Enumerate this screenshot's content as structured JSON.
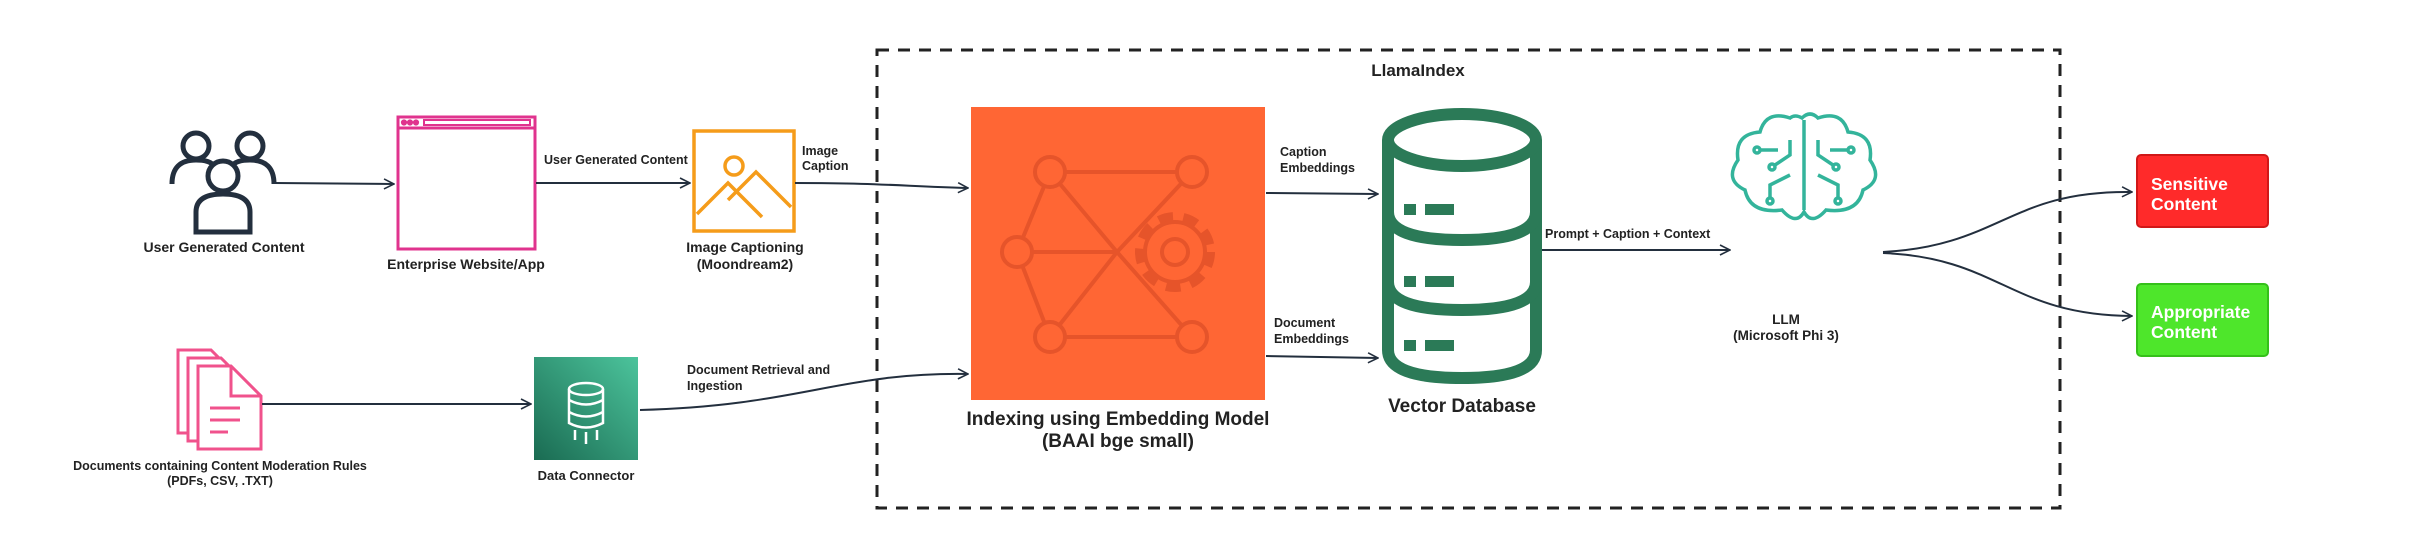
{
  "nodes": {
    "user_generated_content": {
      "label": "User Generated Content"
    },
    "enterprise_website": {
      "label": "Enterprise Website/App"
    },
    "image_captioning": {
      "line1": "Image Captioning",
      "line2": "(Moondream2)"
    },
    "documents": {
      "line1": "Documents containing Content Moderation Rules",
      "line2": "(PDFs, CSV, .TXT)"
    },
    "data_connector": {
      "label": "Data Connector"
    },
    "llamaindex": {
      "label": "LlamaIndex"
    },
    "embedding_model": {
      "line1": "Indexing using Embedding Model",
      "line2": "(BAAI bge small)"
    },
    "vector_database": {
      "label": "Vector Database"
    },
    "llm": {
      "line1": "LLM",
      "line2": "(Microsoft Phi 3)"
    },
    "sensitive": {
      "line1": "Sensitive",
      "line2": "Content"
    },
    "appropriate": {
      "line1": "Appropriate",
      "line2": "Content"
    }
  },
  "edges": {
    "website_to_captioning": "User Generated Content",
    "captioning_to_index_1": "Image",
    "captioning_to_index_2": "Caption",
    "caption_embeddings_1": "Caption",
    "caption_embeddings_2": "Embeddings",
    "document_embeddings_1": "Document",
    "document_embeddings_2": "Embeddings",
    "doc_retrieval_1": "Document Retrieval and",
    "doc_retrieval_2": "Ingestion",
    "prompt_context": "Prompt + Caption + Context"
  },
  "colors": {
    "stroke": "#232f3e",
    "website": "#e0338e",
    "captioning": "#f59c1a",
    "documents": "#f0528c",
    "connector_top": "#3aaa85",
    "connector_bottom": "#1a6b52",
    "embedding": "#ff6634",
    "database": "#2b7a57",
    "llm": "#33b49b",
    "sensitive": "#ff2a2a",
    "appropriate": "#4ee62b"
  },
  "icons": {
    "users": "users-group-icon",
    "website": "browser-window-icon",
    "captioning": "image-icon",
    "documents": "documents-icon",
    "connector": "database-connector-icon",
    "embedding": "neural-network-gear-icon",
    "database": "vector-database-icon",
    "llm": "brain-circuit-icon"
  }
}
